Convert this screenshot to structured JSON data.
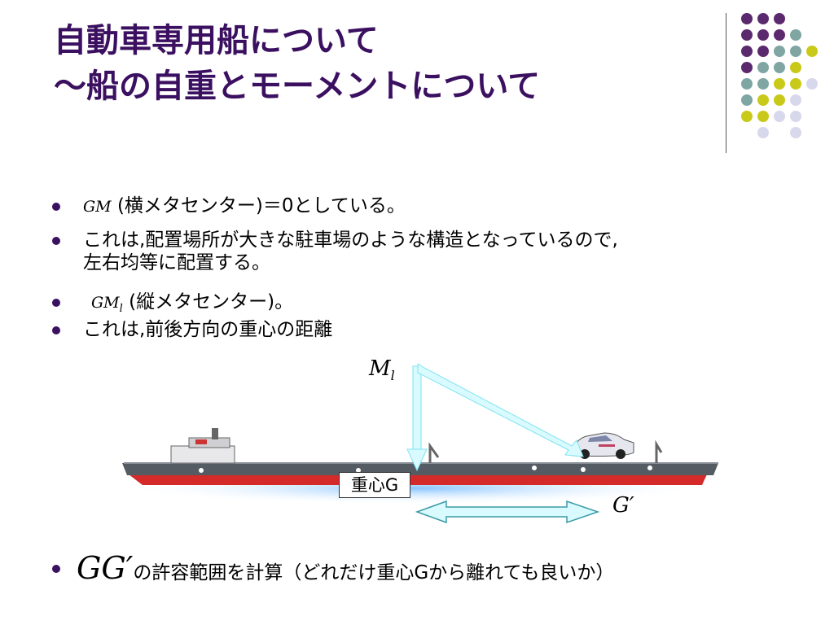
{
  "title": {
    "line1": "自動車専用船について",
    "line2": "〜船の自重とモーメントについて"
  },
  "bullets": [
    {
      "math": "GM",
      "text": " (横メタセンター)＝0としている。"
    },
    {
      "math": "",
      "text": "これは,配置場所が大きな駐車場のような構造となっているので,"
    },
    {
      "math": "",
      "text": "左右均等に配置する。"
    },
    {
      "math": "GM",
      "math_sub": "l",
      "text": " (縦メタセンター)。"
    },
    {
      "math": "",
      "text": "これは,前後方向の重心の距離"
    }
  ],
  "diagram": {
    "label_ml": "M",
    "label_ml_sub": "l",
    "label_cg": "重心G",
    "label_gprime": "G′"
  },
  "bottom": {
    "math": "GG′",
    "text": "の許容範囲を計算（どれだけ重心Gから離れても良いか）"
  },
  "colors": {
    "title": "#3b1060",
    "dot_purple": "#5b2a6e",
    "dot_teal": "#7fa6a3",
    "dot_yellow": "#c9c91a",
    "dot_lavender": "#d8d8ec",
    "arrow": "#d9fbff",
    "arrow_stroke": "#7fe3f0",
    "hull_red": "#d42a2a",
    "hull_grey": "#555b62"
  }
}
